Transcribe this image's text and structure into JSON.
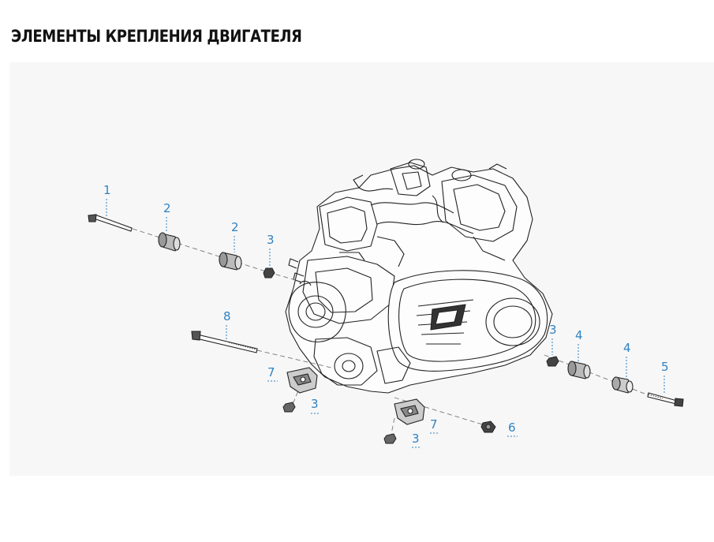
{
  "title": "ЭЛЕМЕНТЫ КРЕПЛЕНИЯ ДВИГАТЕЛЯ",
  "colors": {
    "callout": "#2f82c3",
    "panel_background": "#f7f7f7",
    "line_art": "#222222"
  },
  "callouts": [
    "1",
    "2",
    "2",
    "3",
    "8",
    "7",
    "3",
    "7",
    "3",
    "3",
    "4",
    "4",
    "5",
    "6"
  ],
  "parts": [
    "bolt",
    "bushing",
    "bushing",
    "nut",
    "long-bolt",
    "bracket",
    "nut",
    "bracket",
    "nut",
    "nut",
    "bushing",
    "bushing",
    "bolt",
    "flange-nut"
  ]
}
